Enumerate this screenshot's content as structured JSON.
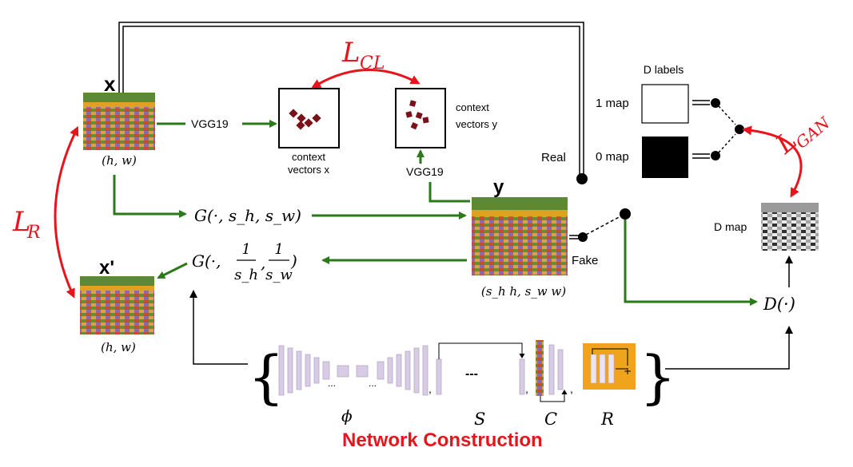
{
  "images": {
    "x": {
      "symbol": "x",
      "size": "(h, w)"
    },
    "y": {
      "symbol": "y",
      "size": "(s_h h, s_w w)"
    },
    "x_prime": {
      "symbol": "x'",
      "size": "(h, w)"
    }
  },
  "losses": {
    "cl": {
      "main": "L",
      "sub": "CL"
    },
    "r": {
      "main": "L",
      "sub": "R"
    },
    "gan": {
      "main": "L",
      "sub": "GAN"
    }
  },
  "vgg": {
    "x": "VGG19",
    "y": "VGG19"
  },
  "context": {
    "x_line1": "context",
    "x_line2": "vectors x",
    "y_line1": "context",
    "y_line2": "vectors y"
  },
  "generator": {
    "forward": "G(·, s_h, s_w)",
    "inverse_prefix": "G(·,",
    "inverse_num": "1",
    "inverse_den1": "s_h",
    "inverse_den2": "s_w"
  },
  "discriminator": {
    "labels_title": "D labels",
    "one_map": "1 map",
    "zero_map": "0 map",
    "d_map": "D map",
    "d_op": "D(·)",
    "real": "Real",
    "fake": "Fake"
  },
  "network": {
    "title": "Network Construction",
    "phi": "ϕ",
    "s": "S",
    "c": "C",
    "r": "R",
    "dots_s": "---",
    "ellipsis": "..."
  },
  "colors": {
    "green": "#2a7a1a",
    "red": "#e8141b",
    "context_marker": "#7a1019",
    "layer": "#d8cbe6",
    "residual": "#f0a41c"
  }
}
